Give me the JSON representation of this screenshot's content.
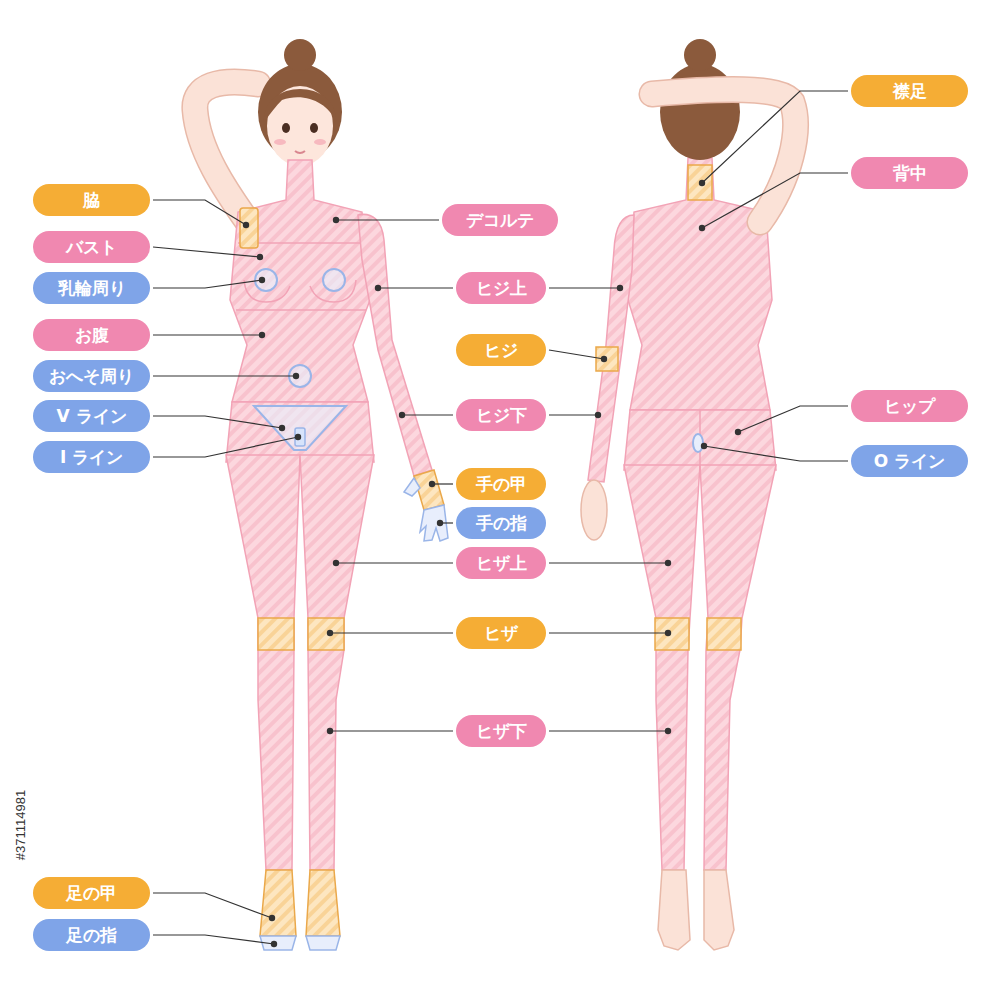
{
  "diagram": {
    "nodes": [
      {
        "text": [
          "脇"
        ]
      },
      {
        "text": [
          "バスト"
        ]
      },
      {
        "text": [
          "乳輪周り"
        ]
      },
      {
        "text": [
          "お腹"
        ]
      },
      {
        "text": [
          "おへそ周り"
        ]
      },
      {
        "text": [
          "V ライン"
        ]
      },
      {
        "text": [
          "I ライン"
        ]
      },
      {
        "text": [
          "足の甲"
        ]
      },
      {
        "text": [
          "足の指"
        ]
      },
      {
        "text": [
          "デコルテ"
        ]
      },
      {
        "text": [
          "ヒジ上"
        ]
      },
      {
        "text": [
          "ヒジ"
        ]
      },
      {
        "text": [
          "ヒジ下"
        ]
      },
      {
        "text": [
          "手の甲"
        ]
      },
      {
        "text": [
          "手の指"
        ]
      },
      {
        "text": [
          "ヒザ上"
        ]
      },
      {
        "text": [
          "ヒザ"
        ]
      },
      {
        "text": [
          "ヒザ下"
        ]
      },
      {
        "text": [
          "襟足"
        ]
      },
      {
        "text": [
          "背中"
        ]
      },
      {
        "text": [
          "ヒップ"
        ]
      },
      {
        "text": [
          "O ライン"
        ]
      }
    ],
    "labels": [
      "#371114981"
    ]
  }
}
